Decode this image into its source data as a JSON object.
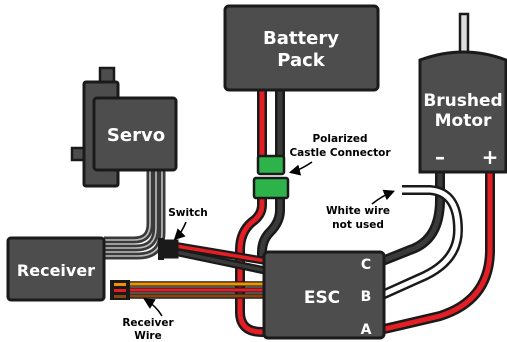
{
  "components": {
    "battery": {
      "line1": "Battery",
      "line2": "Pack"
    },
    "motor": {
      "line1": "Brushed",
      "line2": "Motor",
      "minus": "–",
      "plus": "+"
    },
    "servo": {
      "label": "Servo"
    },
    "receiver": {
      "label": "Receiver"
    },
    "esc": {
      "label": "ESC",
      "terminal_c": "C",
      "terminal_b": "B",
      "terminal_a": "A"
    }
  },
  "callouts": {
    "connector_line1": "Polarized",
    "connector_line2": "Castle Connector",
    "switch": "Switch",
    "white_wire_line1": "White wire",
    "white_wire_line2": "not used",
    "receiver_wire_line1": "Receiver",
    "receiver_wire_line2": "Wire"
  },
  "colors": {
    "box": "#4d4d4d",
    "wire_red": "#e31e24",
    "wire_black": "#1a1a1a",
    "wire_orange": "#f39200",
    "wire_brown": "#8b4513",
    "wire_white": "#ffffff",
    "wire_gray": "#8c8c8c",
    "connector_green": "#2db34a"
  }
}
